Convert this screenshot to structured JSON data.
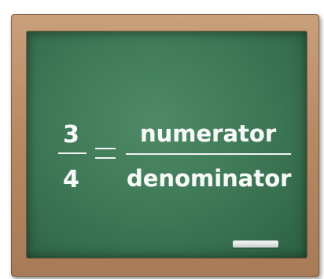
{
  "chalkboard": {
    "left_fraction": {
      "numerator": "3",
      "denominator": "4"
    },
    "equals_sign": "=",
    "right_fraction": {
      "numerator": "numerator",
      "denominator": "denominator"
    }
  },
  "colors": {
    "frame": "#b78a64",
    "board": "#3f7a58",
    "chalk_text": "#f7f9f8"
  }
}
